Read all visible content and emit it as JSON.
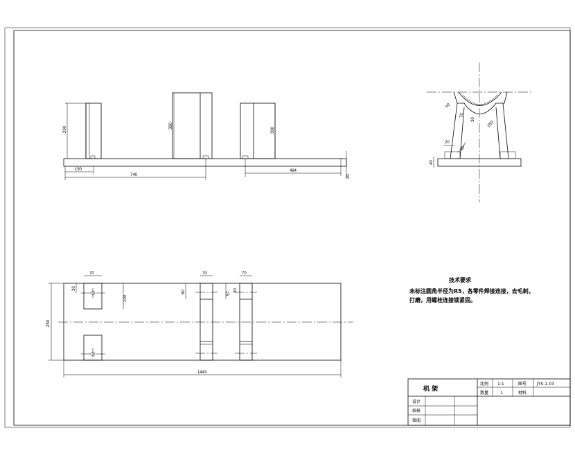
{
  "front_view": {
    "dims": {
      "h1": "200",
      "h2": "350",
      "h3": "300",
      "b1": "150",
      "b2": "740",
      "b3": "494",
      "t": "30"
    }
  },
  "side_view": {
    "dims": {
      "r_top": "50",
      "r_mid": "70",
      "r_small": "30",
      "r_big": "250",
      "w_base": "20",
      "angle": "80°",
      "h_base": "40"
    }
  },
  "top_view": {
    "dims": {
      "w1": "70",
      "w2": "70",
      "w3": "70",
      "a1": "30",
      "a2": "100",
      "a3": "60",
      "a4": "57",
      "a5": "30",
      "height": "250",
      "length": "1443"
    }
  },
  "tech_notes": {
    "title": "技术要求",
    "line1": "未标注圆角半径为R5，各零件焊接连接，去毛刺，",
    "line2": "打磨，用螺栓连接锁紧固。"
  },
  "title_block": {
    "part_name": "机  架",
    "scale_label": "比例",
    "scale_value": "1:1",
    "qty_label": "数量",
    "qty_value": "1",
    "drawing_no_label": "图号",
    "drawing_no_value": "JYS-1-03",
    "material_label": "材料",
    "design_label": "设计",
    "check_label": "校核",
    "approve_label": "审阅"
  }
}
